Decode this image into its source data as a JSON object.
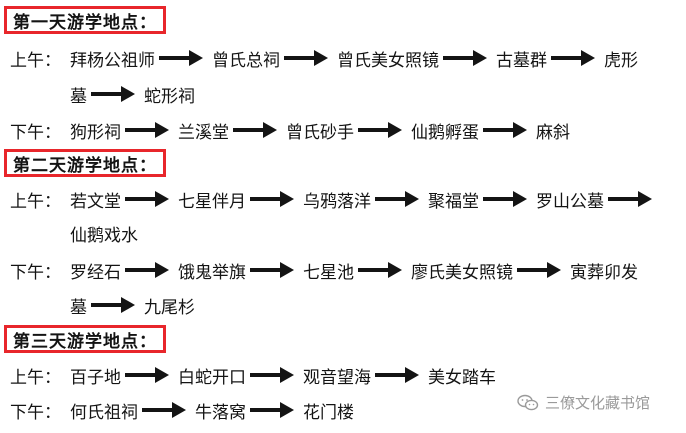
{
  "days": [
    {
      "header": "第一天游学地点：",
      "rows": [
        {
          "label": "上午：",
          "places": [
            "拜杨公祖师",
            "曾氏总祠",
            "曾氏美女照镜",
            "古墓群",
            "虎形"
          ]
        },
        {
          "label": "",
          "places": [
            "墓",
            "蛇形祠"
          ]
        },
        {
          "label": "下午：",
          "places": [
            "狗形祠",
            "兰溪堂",
            "曾氏砂手",
            "仙鹅孵蛋",
            "麻斜"
          ]
        }
      ]
    },
    {
      "header": "第二天游学地点：",
      "rows": [
        {
          "label": "上午：",
          "places": [
            "若文堂",
            "七星伴月",
            "乌鸦落洋",
            "聚福堂",
            "罗山公墓"
          ],
          "trailing_arrow": true
        },
        {
          "label": "",
          "places": [
            "仙鹅戏水"
          ]
        },
        {
          "label": "下午：",
          "places": [
            "罗经石",
            "饿鬼举旗",
            "七星池",
            "廖氏美女照镜",
            "寅葬卯发"
          ]
        },
        {
          "label": "",
          "places": [
            "墓",
            "九尾杉"
          ]
        }
      ]
    },
    {
      "header": "第三天游学地点：",
      "rows": [
        {
          "label": "上午：",
          "places": [
            "百子地",
            "白蛇开口",
            "观音望海",
            "美女踏车"
          ]
        },
        {
          "label": "下午：",
          "places": [
            "何氏祖祠",
            "牛落窝",
            "花门楼"
          ]
        }
      ]
    }
  ],
  "watermark": {
    "text": "三僚文化藏书馆",
    "icon": "wechat-icon"
  }
}
